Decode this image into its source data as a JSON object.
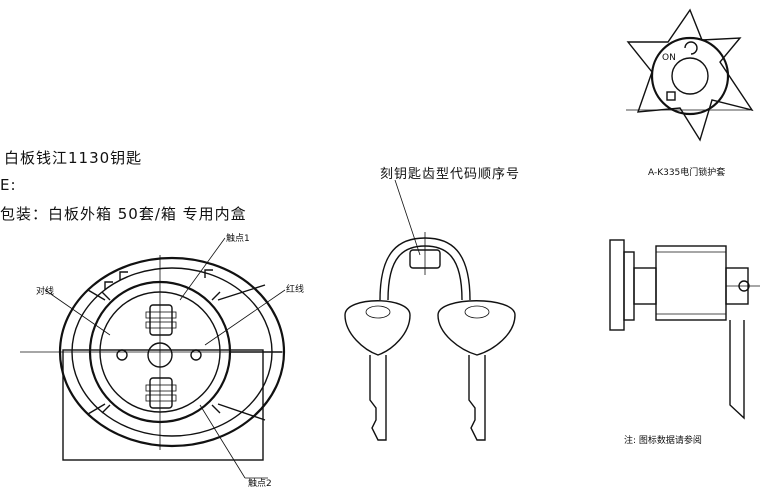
{
  "text": {
    "line1": "白板钱江1130钥匙",
    "line2": "E:",
    "line3": "包装：白板外箱  50套/箱  专用内盒",
    "key_note": "刻钥匙齿型代码顺序号",
    "sleeve_label": "A-K335电门锁护套",
    "bottom_right_label": "注: 图标数据请参阅",
    "label_top": "触点1",
    "label_left": "对线",
    "label_right": "红线",
    "label_bottom": "触点2"
  }
}
